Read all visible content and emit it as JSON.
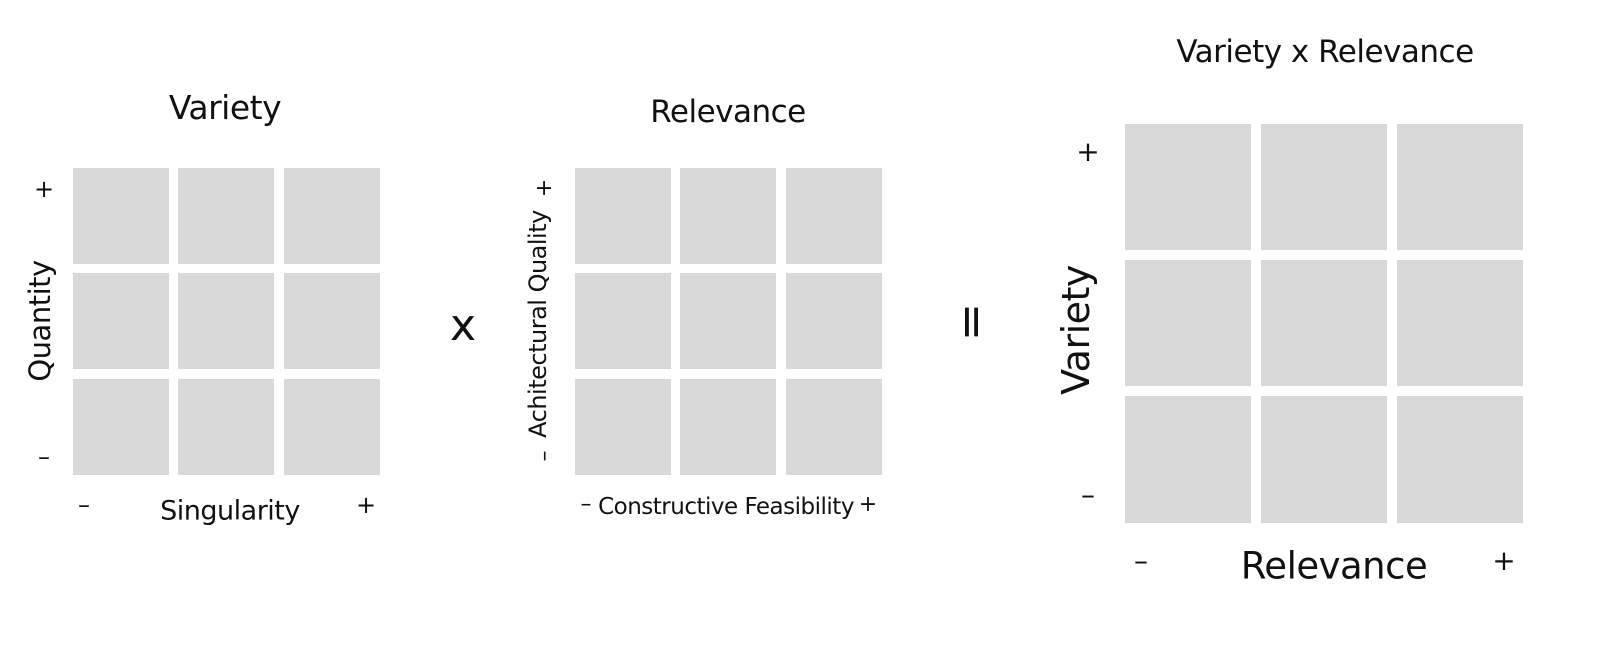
{
  "operators": {
    "times": "x",
    "equals": "="
  },
  "diagrams": [
    {
      "title": "Variety",
      "y_label": "Quantity",
      "x_label": "Singularity",
      "y_plus": "+",
      "y_minus": "–",
      "x_minus": "–",
      "x_plus": "+"
    },
    {
      "title": "Relevance",
      "y_label": "Achitectural Quality",
      "x_label": "Constructive Feasibility",
      "y_plus": "+",
      "y_minus": "–",
      "x_minus": "–",
      "x_plus": "+"
    },
    {
      "title": "Variety x Relevance",
      "y_label": "Variety",
      "x_label": "Relevance",
      "y_plus": "+",
      "y_minus": "–",
      "x_minus": "–",
      "x_plus": "+"
    }
  ],
  "colors": {
    "cell": "#d9d9d9",
    "text": "#111111",
    "background": "#ffffff"
  }
}
